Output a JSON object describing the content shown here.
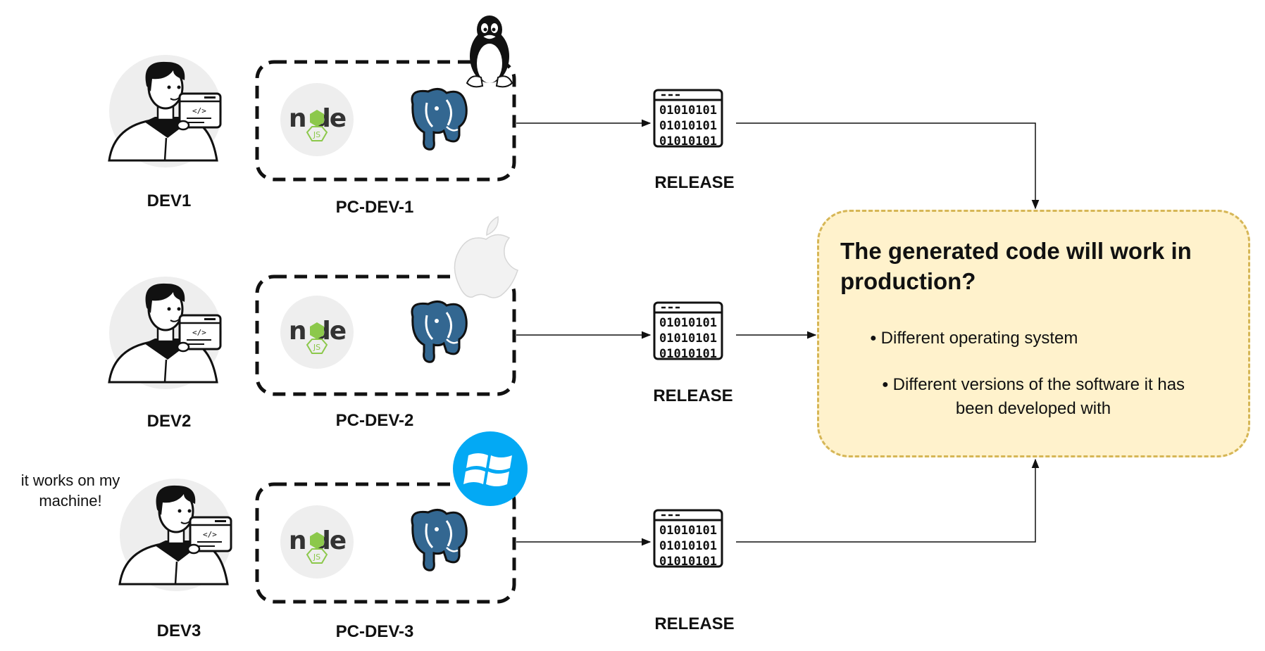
{
  "rows": [
    {
      "dev": "DEV1",
      "pc": "PC-DEV-1",
      "os_icon": "linux-tux-icon",
      "release": "RELEASE"
    },
    {
      "dev": "DEV2",
      "pc": "PC-DEV-2",
      "os_icon": "apple-icon",
      "release": "RELEASE"
    },
    {
      "dev": "DEV3",
      "pc": "PC-DEV-3",
      "os_icon": "windows-icon",
      "release": "RELEASE"
    }
  ],
  "dev3_quote": {
    "line1": "it works on my",
    "line2": "machine!"
  },
  "node_logo": {
    "wordmark": "node",
    "badge": "JS"
  },
  "binary_lines": [
    "01010101",
    "01010101",
    "01010101"
  ],
  "question": {
    "title": "The generated code will work in production?",
    "bullets": [
      "Different operating system",
      "Different versions of the software it has been developed with"
    ]
  },
  "colors": {
    "postgres_blue": "#336791",
    "node_green": "#8cc84b",
    "windows_blue": "#03a9f4",
    "box_fill": "#fff2cc",
    "box_border": "#d6b656"
  }
}
